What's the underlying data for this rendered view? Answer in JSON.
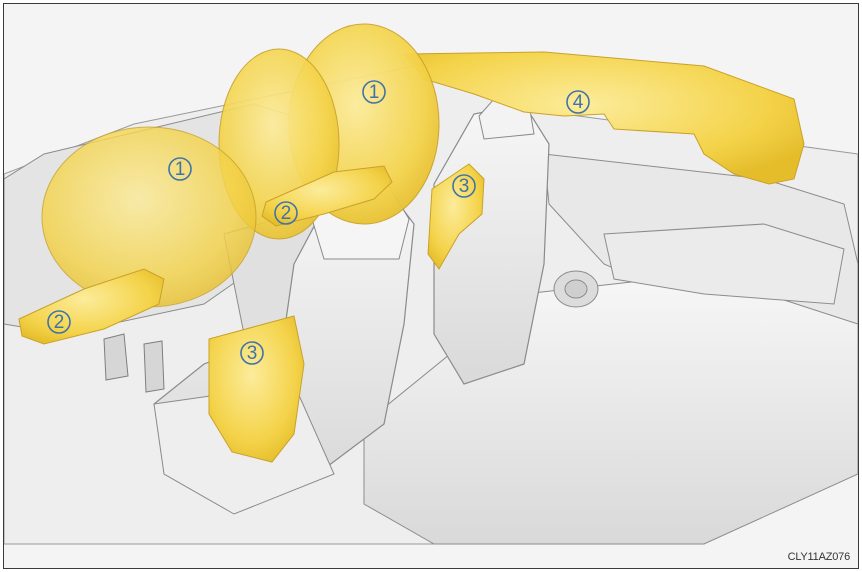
{
  "figure": {
    "code": "CLY11AZ076",
    "callouts": [
      {
        "id": "front-airbag-driver",
        "label": "1"
      },
      {
        "id": "front-airbag-passenger",
        "label": "1"
      },
      {
        "id": "knee-airbag-driver",
        "label": "2"
      },
      {
        "id": "knee-airbag-passenger",
        "label": "2"
      },
      {
        "id": "side-airbag-driver",
        "label": "3"
      },
      {
        "id": "side-airbag-passenger",
        "label": "3"
      },
      {
        "id": "curtain-airbag",
        "label": "4"
      }
    ],
    "colors": {
      "airbag": "#f2cf3c",
      "airbag_light": "#fbe68a",
      "callout": "#3f73a8",
      "interior": "#e9e9e9",
      "outline": "#8a8a8a"
    }
  }
}
